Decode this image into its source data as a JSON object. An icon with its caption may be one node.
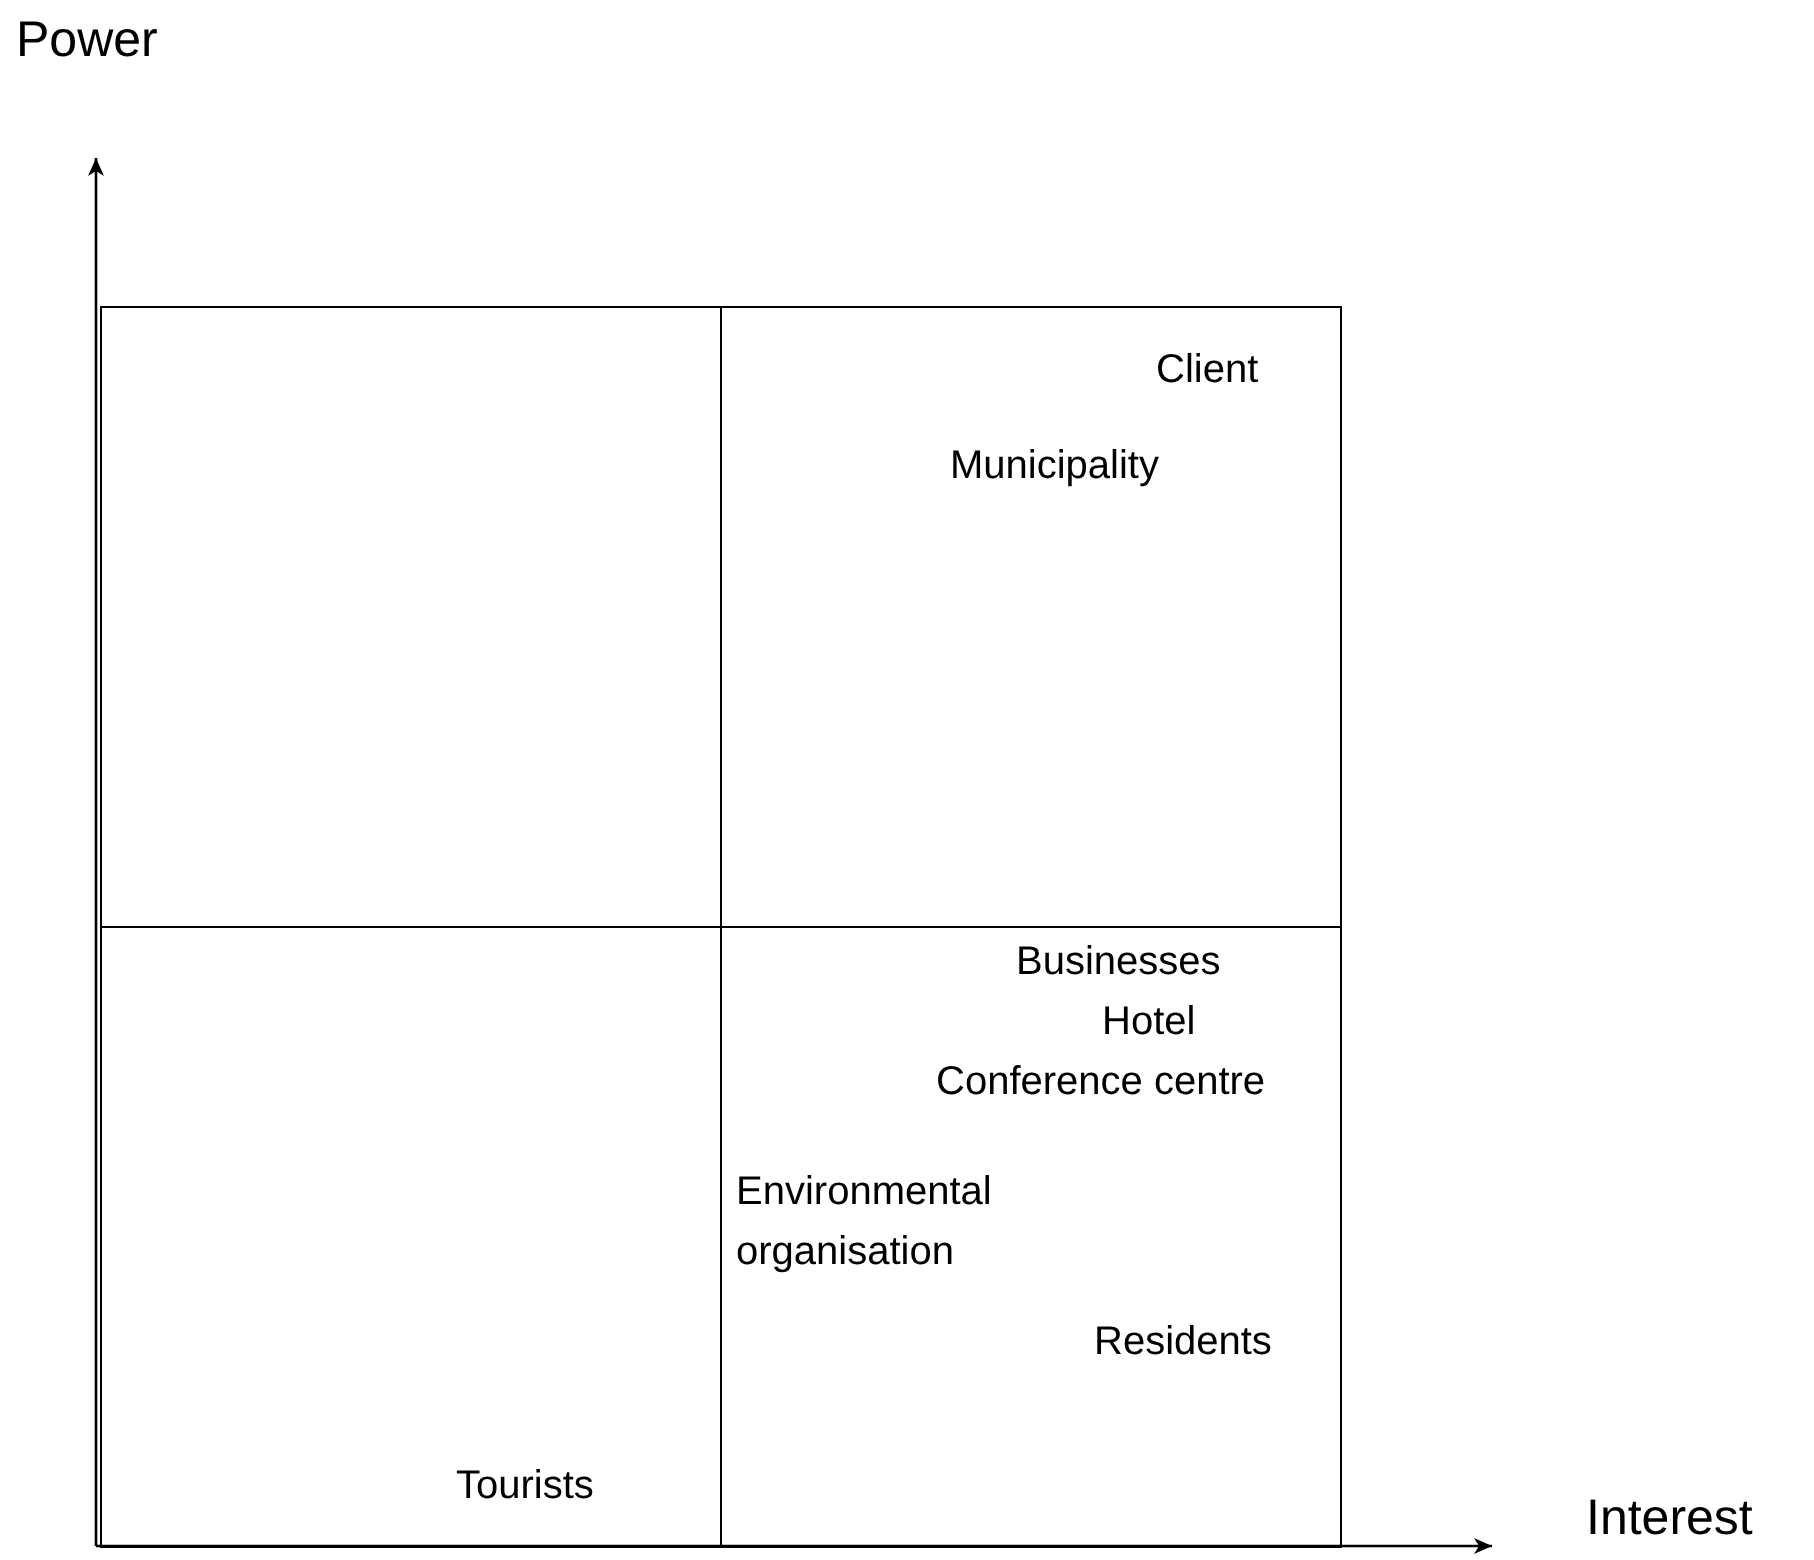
{
  "diagram": {
    "nodes": [
      {
        "text": [],
        "shape": "box"
      },
      {
        "text": [
          "Client",
          "Municipality"
        ]
      },
      {
        "text": [
          "Tourists"
        ]
      },
      {
        "text": [
          "Businesses",
          "Hotel",
          "Conference centre",
          "Environmental organisation",
          "Residents"
        ]
      }
    ],
    "edges": [],
    "labels": [
      "Power",
      "Interest"
    ]
  }
}
